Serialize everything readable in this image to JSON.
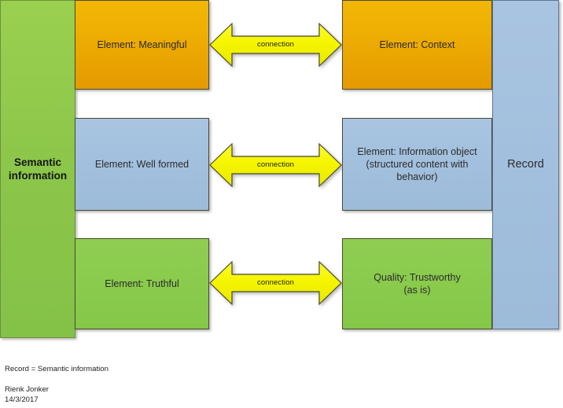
{
  "diagram": {
    "sidebar": {
      "label": "Semantic information",
      "color": "#8cc64a"
    },
    "record_column": {
      "label": "Record",
      "color": "#a2c0de"
    },
    "rows": [
      {
        "left_box": {
          "label": "Element: Meaningful",
          "color": "#eead03"
        },
        "connector": {
          "label": "connection",
          "color": "#f2f200",
          "type": "double-arrow"
        },
        "right_box": {
          "label": "Element: Context",
          "color": "#eead03"
        }
      },
      {
        "left_box": {
          "label": "Element: Well formed",
          "color": "#a2c0de"
        },
        "connector": {
          "label": "connection",
          "color": "#f2f200",
          "type": "double-arrow"
        },
        "right_box": {
          "label": "Element: Information object (structured content with behavior)",
          "line1": "Element: Information object",
          "line2": "(structured content with",
          "line3": "behavior)",
          "color": "#a2c0de"
        }
      },
      {
        "left_box": {
          "label": "Element: Truthful",
          "color": "#8acb4d"
        },
        "connector": {
          "label": "connection",
          "color": "#f2f200",
          "type": "double-arrow"
        },
        "right_box": {
          "label": "Quality: Trustworthy (as is)",
          "line1": "Quality: Trustworthy",
          "line2": "(as is)",
          "color": "#8acb4d"
        }
      }
    ]
  },
  "footer": {
    "note": "Record = Semantic information",
    "author": "Rienk Jonker",
    "date": "14/3/2017"
  }
}
